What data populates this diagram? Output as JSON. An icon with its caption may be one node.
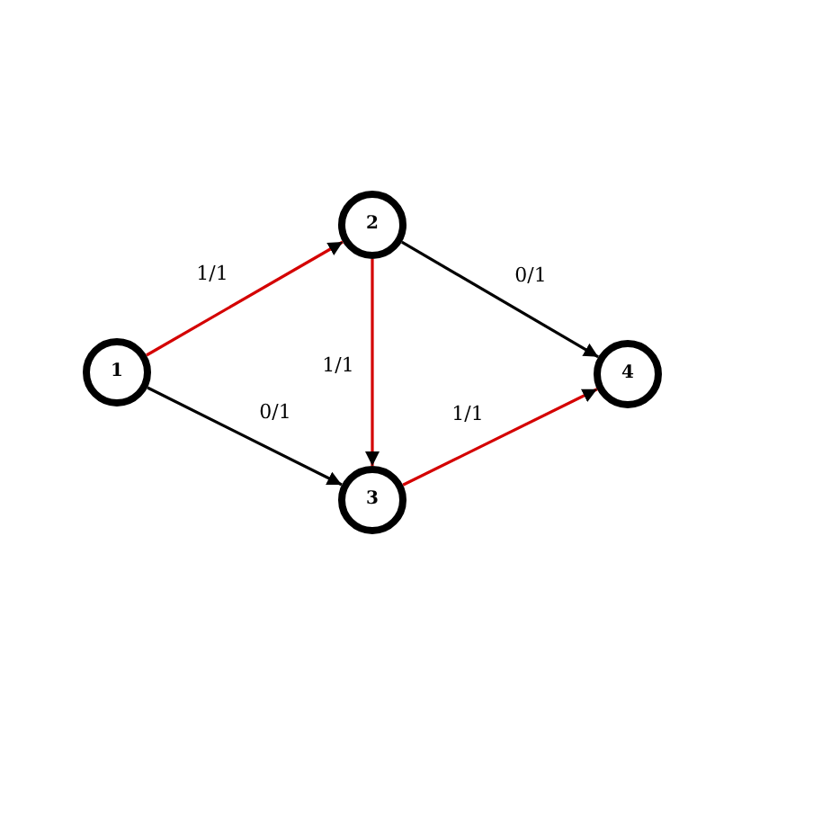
{
  "diagram": {
    "nodes": [
      {
        "text": [
          "1"
        ]
      },
      {
        "text": [
          "2"
        ]
      },
      {
        "text": [
          "3"
        ]
      },
      {
        "text": [
          "4"
        ]
      }
    ],
    "edges": [
      {
        "from": 0,
        "to": 1,
        "arrow": "to",
        "label": "1/1",
        "color": "#d40000"
      },
      {
        "from": 0,
        "to": 2,
        "arrow": "to",
        "label": "0/1",
        "color": "#000000"
      },
      {
        "from": 1,
        "to": 2,
        "arrow": "to",
        "label": "1/1",
        "color": "#d40000"
      },
      {
        "from": 1,
        "to": 3,
        "arrow": "to",
        "label": "0/1",
        "color": "#000000"
      },
      {
        "from": 2,
        "to": 3,
        "arrow": "to",
        "label": "1/1",
        "color": "#d40000"
      }
    ]
  }
}
